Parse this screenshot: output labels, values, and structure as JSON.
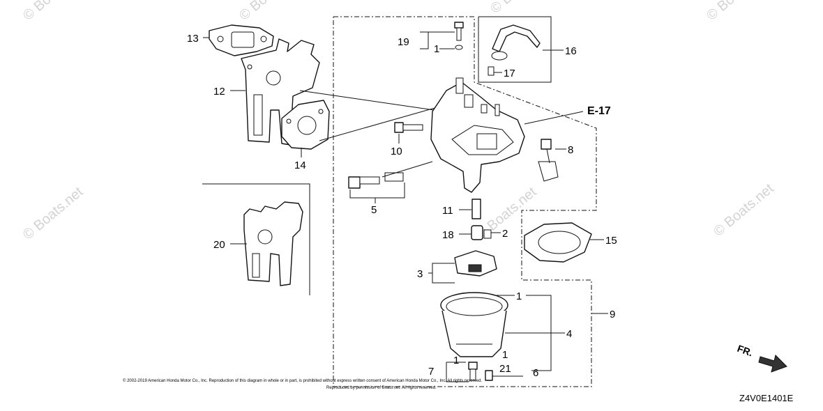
{
  "diagram": {
    "callouts": {
      "c1a": "1",
      "c1b": "1",
      "c1c": "1",
      "c1d": "1",
      "c2": "2",
      "c3": "3",
      "c4": "4",
      "c5": "5",
      "c6": "6",
      "c7": "7",
      "c8": "8",
      "c9": "9",
      "c10": "10",
      "c11": "11",
      "c12": "12",
      "c13": "13",
      "c14": "14",
      "c15": "15",
      "c16": "16",
      "c17": "17",
      "c18": "18",
      "c19": "19",
      "c20": "20",
      "c21": "21"
    },
    "reference": "E-17",
    "direction_label": "FR.",
    "diagram_code": "Z4V0E1401E",
    "watermark": "© Boats.net",
    "copyright_line1": "© 2002-2019 American Honda Motor Co., Inc. Reproduction of this diagram in whole or in part, is prohibited without express written consent of American Honda Motor Co., Inc. All rights reserved.",
    "copyright_line2": "Reproduced by permission of Boats.net. All rights reserved."
  }
}
